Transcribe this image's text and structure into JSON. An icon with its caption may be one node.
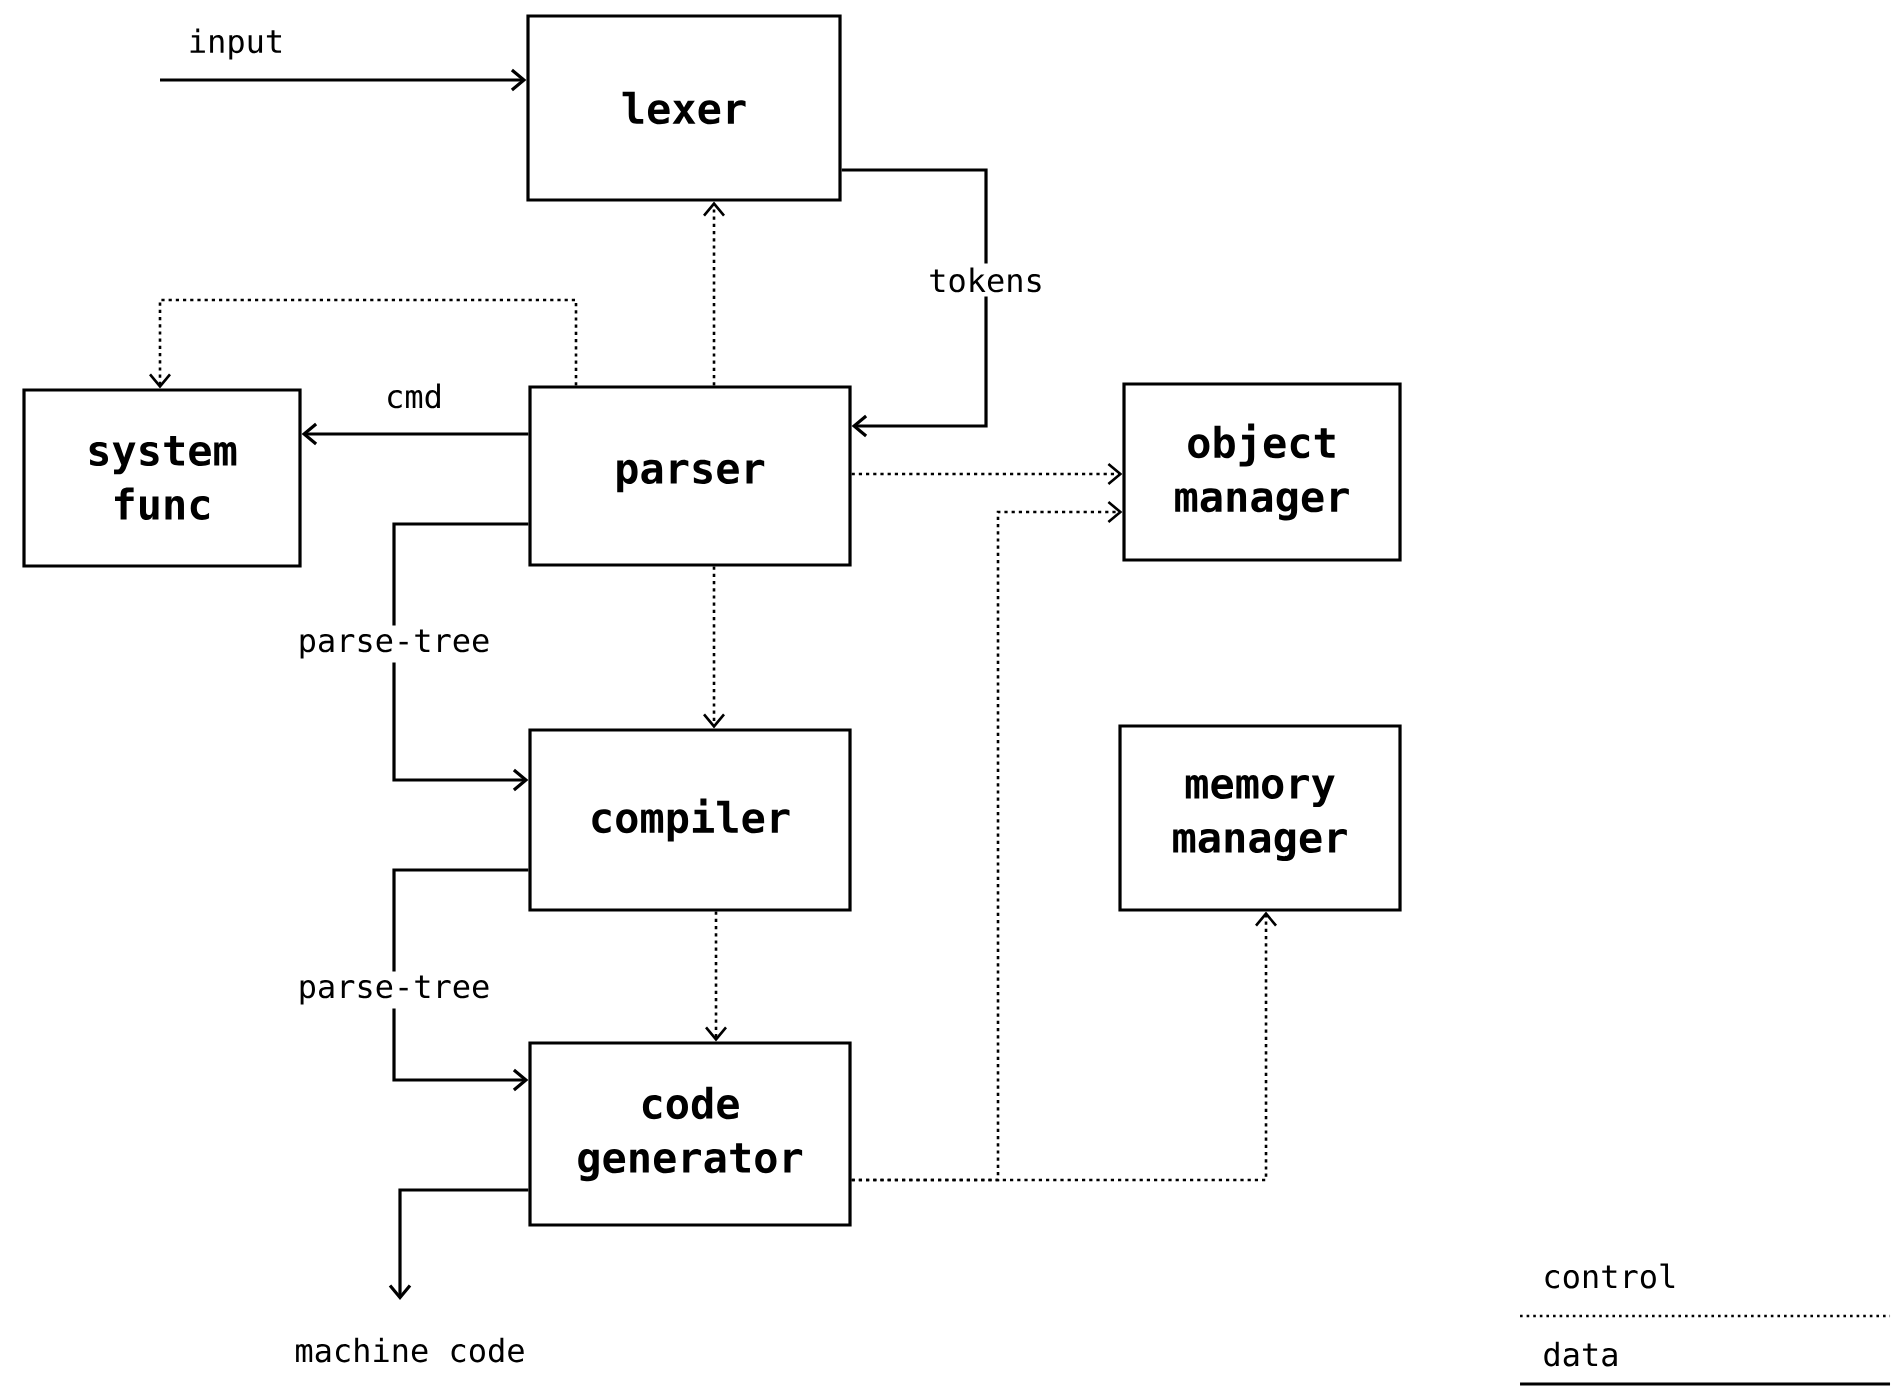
{
  "diagram": {
    "nodes": [
      {
        "text": [
          "lexer"
        ]
      },
      {
        "text": [
          "system func"
        ]
      },
      {
        "text": [
          "parser"
        ]
      },
      {
        "text": [
          "object manager"
        ]
      },
      {
        "text": [
          "compiler"
        ]
      },
      {
        "text": [
          "memory manager"
        ]
      },
      {
        "text": [
          "code generator"
        ]
      }
    ],
    "edges": [
      {
        "from": null,
        "to": 0,
        "arrow": "to",
        "label": "input"
      },
      {
        "from": 0,
        "to": 2,
        "arrow": "to",
        "label": "tokens"
      },
      {
        "from": 2,
        "to": 1,
        "arrow": "to",
        "label": "cmd"
      },
      {
        "from": 2,
        "to": 1,
        "arrow": "to",
        "style": "dashed"
      },
      {
        "from": 2,
        "to": 0,
        "arrow": "to",
        "style": "dashed"
      },
      {
        "from": 2,
        "to": 3,
        "arrow": "to",
        "style": "dashed"
      },
      {
        "from": 2,
        "to": 4,
        "arrow": "to",
        "style": "dashed"
      },
      {
        "from": 2,
        "to": 4,
        "arrow": "to",
        "label": "parse-tree"
      },
      {
        "from": 4,
        "to": 6,
        "arrow": "to",
        "label": "parse-tree"
      },
      {
        "from": 4,
        "to": 6,
        "arrow": "to",
        "style": "dashed"
      },
      {
        "from": 6,
        "to": 3,
        "arrow": "to",
        "style": "dashed"
      },
      {
        "from": 6,
        "to": 5,
        "arrow": "to",
        "style": "dashed"
      },
      {
        "from": 6,
        "to": null,
        "arrow": "to",
        "label": "machine code"
      }
    ],
    "legend": [
      {
        "text": "control"
      },
      {
        "text": "data"
      }
    ]
  }
}
